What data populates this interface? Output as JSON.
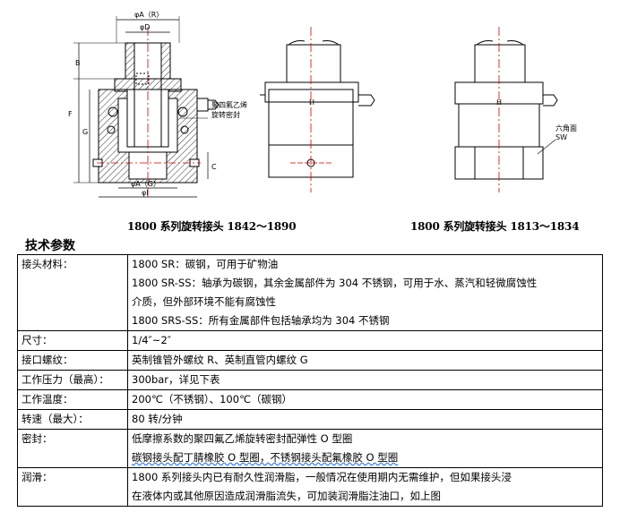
{
  "drawing_left": {
    "dim_A_R": "φA（R）",
    "dim_D": "φD",
    "dim_B": "B",
    "dim_F": "F",
    "dim_G": "G",
    "dim_C": "C",
    "dim_A_G": "φA（G）",
    "dim_I": "φI",
    "note_line1": "聚四氟乙烯",
    "note_line2": "旋转密封",
    "side_H": "H"
  },
  "drawing_right": {
    "side_H": "H",
    "hex_label": "六角面",
    "sw_label": "SW"
  },
  "captions": {
    "left": "1800 系列旋转接头 1842～1890",
    "right": "1800 系列旋转接头 1813～1834"
  },
  "section_title": "技术参数",
  "table": {
    "rows": [
      {
        "label": "接头材料：",
        "lines": [
          "1800 SR：碳钢，可用于矿物油",
          "1800 SR-SS：轴承为碳钢，其余金属部件为 304 不锈钢，可用于水、蒸汽和轻微腐蚀性",
          "介质，但外部环境不能有腐蚀性",
          "1800 SRS-SS：所有金属部件包括轴承均为 304 不锈钢"
        ]
      },
      {
        "label": "尺寸：",
        "lines": [
          "1/4″~2″"
        ]
      },
      {
        "label": "接口螺纹：",
        "lines": [
          "英制锥管外螺纹 R、英制直管内螺纹 G"
        ]
      },
      {
        "label": "工作压力（最高）：",
        "lines": [
          "300bar，详见下表"
        ]
      },
      {
        "label": "工作温度：",
        "lines": [
          "200℃（不锈钢）、100℃（碳钢）"
        ]
      },
      {
        "label": "转速（最大）：",
        "lines": [
          "80 转/分钟"
        ]
      },
      {
        "label": "密封：",
        "lines": [
          "低摩擦系数的聚四氟乙烯旋转密封配弹性 O 型圈",
          "碳钢接头配丁腈橡胶 O 型圈，不锈钢接头配氟橡胶 O 型圈"
        ]
      },
      {
        "label": "润滑：",
        "lines": [
          "1800 系列接头内已有耐久性润滑脂，一般情况在使用期内无需维护，但如果接头浸",
          "在液体内或其他原因造成润滑脂流失，可加装润滑脂注油口，如上图"
        ]
      }
    ]
  }
}
